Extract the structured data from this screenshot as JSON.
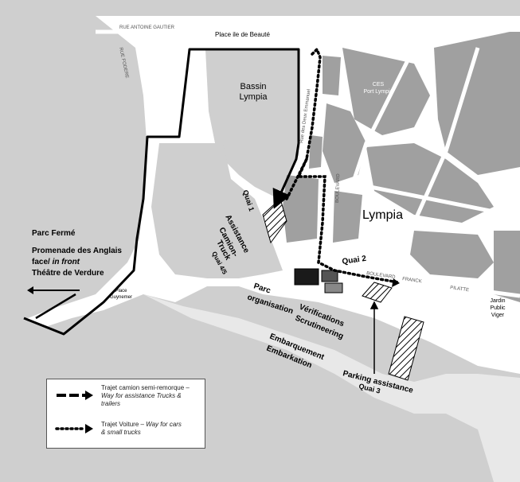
{
  "map": {
    "streets": {
      "antoine_gautier": "RUE ANTOINE GAUTIER",
      "place_beaute": "Place ile de Beauté",
      "rue_fodere": "RUE FODERE",
      "rue_emmanuel": "Rue des Deux Emmanuel",
      "boulevard": "BOULEVARD",
      "franck": "FRANCK",
      "pilatte": "PILATTE"
    },
    "places": {
      "bassin_line1": "Bassin",
      "bassin_line2": "Lympia",
      "ces_line1": "CES",
      "ces_line2": "Port Lympia",
      "lympia": "Lympia",
      "place_g_line1": "Place",
      "place_g_line2": "Guynemer",
      "jardin_line1": "Jardin",
      "jardin_line2": "Public",
      "jardin_line3": "Viger"
    },
    "labels": {
      "parc_ferme": "Parc Fermé",
      "promenade": "Promenade des Anglais",
      "face_prefix": "face/",
      "face_italic": " in front",
      "theatre": "Théâtre de Verdure",
      "quai1": "Quai 1",
      "assistance": "Assistance",
      "camion": "Camion-",
      "truck": "Truck",
      "quai45": "Quai 4/5",
      "quai2": "Quai 2",
      "parc": "Parc",
      "organisation": "organisation",
      "verifications": "Vérifications",
      "scrutineering": "Scrutineering",
      "embarquement": "Embarquement",
      "embarkation": "Embarkation",
      "parking_assistance": "Parking assistance",
      "quai3": "Quai 3"
    },
    "colors": {
      "land": "#ffffff",
      "water": "#cfcfcf",
      "buildings": "#a0a0a0",
      "dark_area": "#1a1a1a",
      "route": "#000000"
    }
  },
  "legend": {
    "truck_line1": "Trajet camion semi-remorque –",
    "truck_line2_italic": "Way for assistance Trucks &",
    "truck_line3_italic": "trailers",
    "car_line1": "Trajet Voiture –",
    "car_line1_italic": " Way for cars",
    "car_line2_italic": "& small trucks"
  }
}
